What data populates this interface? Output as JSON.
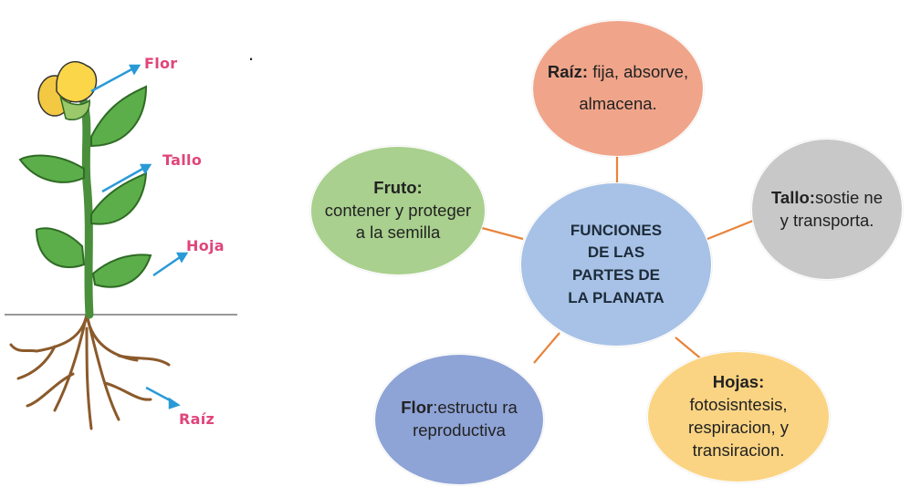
{
  "plant": {
    "labels": {
      "flor": "Flor",
      "tallo": "Tallo",
      "hoja": "Hoja",
      "raiz": "Raíz"
    }
  },
  "separator_dot": ".",
  "diagram": {
    "center": {
      "lines": [
        "FUNCIONES",
        "DE LAS",
        "PARTES DE",
        "LA PLANATA"
      ],
      "color": "#a7c2e6"
    },
    "nodes": {
      "raiz": {
        "title": "Raíz:",
        "text": " fija, absorve,",
        "text2": "almacena.",
        "color": "#f0a58a"
      },
      "tallo": {
        "title": "Tallo:",
        "text": "sostie ne y transporta.",
        "color": "#c8c8c8"
      },
      "hojas": {
        "title": "Hojas:",
        "text": "fotosisntesis, respiracion, y transiracion.",
        "color": "#fbd483"
      },
      "flor": {
        "title": "Flor",
        "text": ":estructu ra reproductiva",
        "color": "#8ea3d6"
      },
      "fruto": {
        "title": "Fruto:",
        "text": "contener y proteger a la semilla",
        "color": "#a9d08e"
      }
    },
    "connector_color": "#e8833a"
  }
}
